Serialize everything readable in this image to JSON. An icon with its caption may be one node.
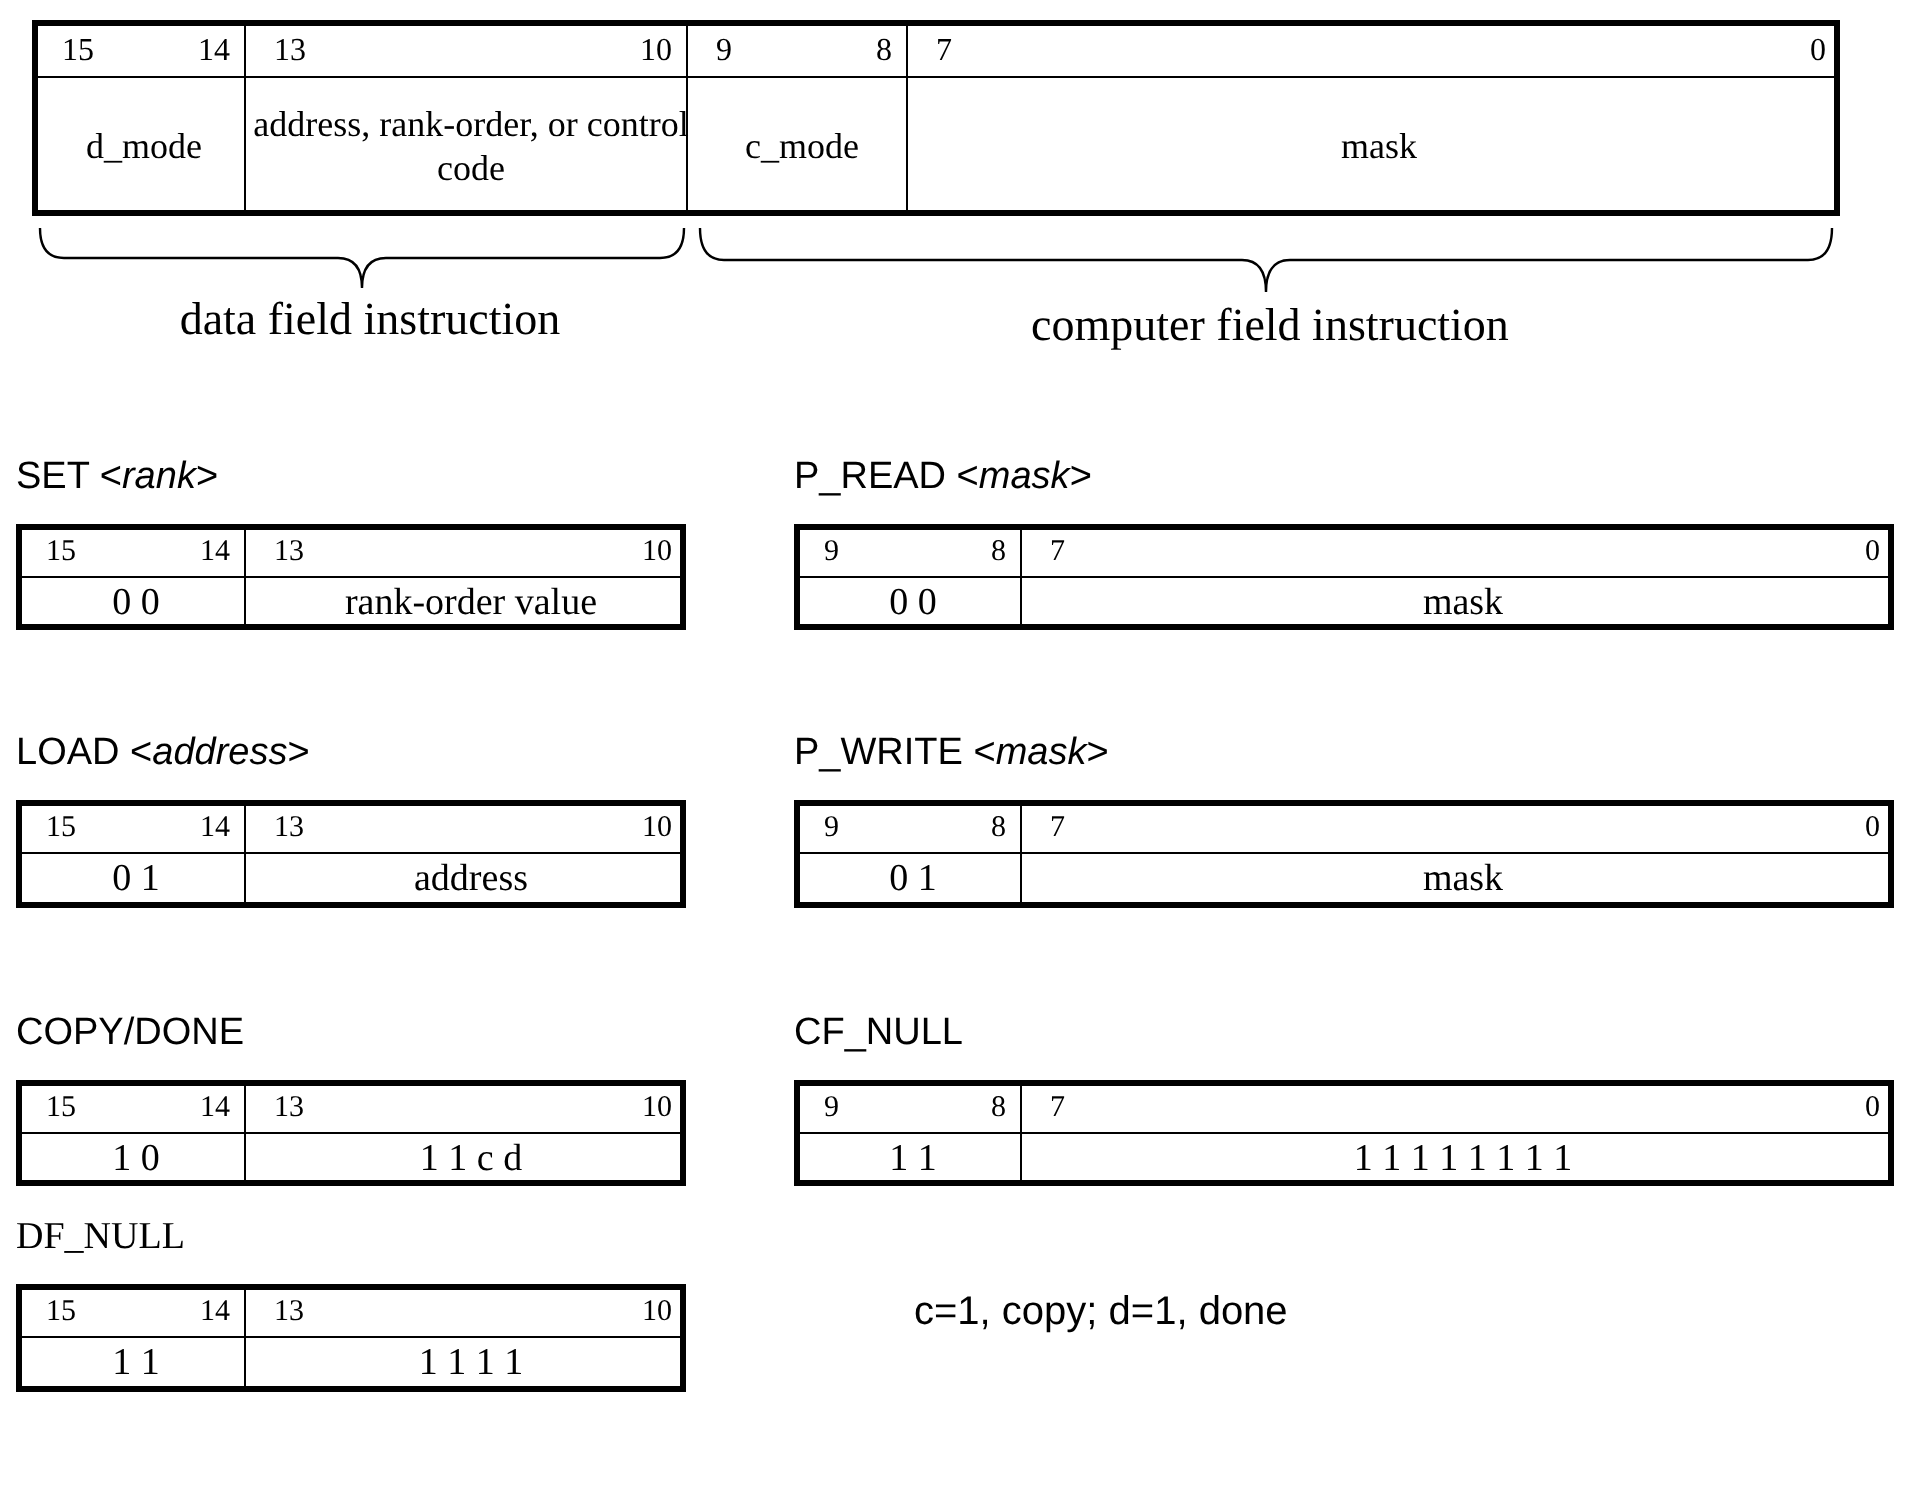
{
  "diagram": {
    "labels": [
      "15",
      "14",
      "13",
      "10",
      "9",
      "8",
      "7",
      "0",
      "d_mode",
      "address, rank-order, or control code",
      "c_mode",
      "mask",
      "data field instruction",
      "computer field instruction",
      "SET <*rank*>",
      "15",
      "14",
      "13",
      "10",
      "0 0",
      "rank-order value",
      "P_READ <*mask*>",
      "9",
      "8",
      "7",
      "0",
      "0 0",
      "mask",
      "LOAD <*address*>",
      "15",
      "14",
      "13",
      "10",
      "0 1",
      "address",
      "P_WRITE <*mask*>",
      "9",
      "8",
      "7",
      "0",
      "0 1",
      "mask",
      "COPY/DONE",
      "15",
      "14",
      "13",
      "10",
      "1 0",
      "1 1 c d",
      "CF_NULL",
      "9",
      "8",
      "7",
      "0",
      "1 1",
      "1 1 1 1 1 1 1 1",
      "DF_NULL",
      "15",
      "14",
      "13",
      "10",
      "1 1",
      "1 1 1 1",
      "c=1, copy; d=1, done"
    ]
  }
}
